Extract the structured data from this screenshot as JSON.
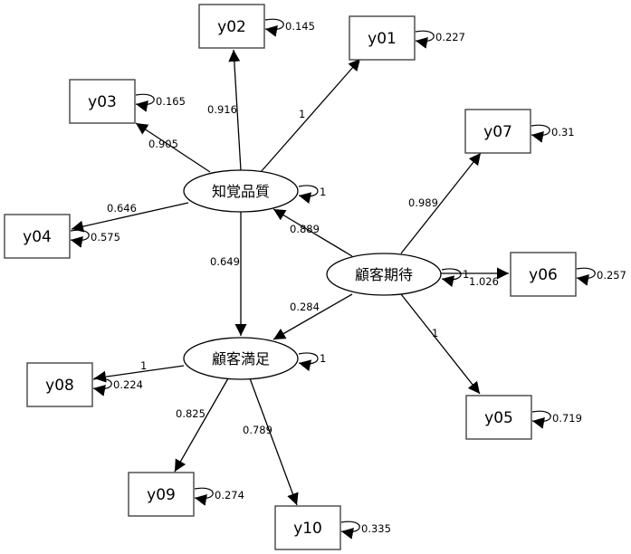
{
  "diagram": {
    "type": "structural-equation-model",
    "latent_variables": [
      {
        "id": "perceived_quality",
        "label": "知覚品質",
        "variance": "1"
      },
      {
        "id": "customer_expectation",
        "label": "顧客期待",
        "variance": "1"
      },
      {
        "id": "customer_satisfaction",
        "label": "顧客満足",
        "variance": "1"
      }
    ],
    "observed_variables": [
      {
        "id": "y01",
        "label": "y01",
        "variance": "0.227"
      },
      {
        "id": "y02",
        "label": "y02",
        "variance": "0.145"
      },
      {
        "id": "y03",
        "label": "y03",
        "variance": "0.165"
      },
      {
        "id": "y04",
        "label": "y04",
        "variance": "0.575"
      },
      {
        "id": "y05",
        "label": "y05",
        "variance": "0.719"
      },
      {
        "id": "y06",
        "label": "y06",
        "variance": "0.257"
      },
      {
        "id": "y07",
        "label": "y07",
        "variance": "0.31"
      },
      {
        "id": "y08",
        "label": "y08",
        "variance": "0.224"
      },
      {
        "id": "y09",
        "label": "y09",
        "variance": "0.274"
      },
      {
        "id": "y10",
        "label": "y10",
        "variance": "0.335"
      }
    ],
    "paths": [
      {
        "from": "perceived_quality",
        "to": "y01",
        "coef": "1"
      },
      {
        "from": "perceived_quality",
        "to": "y02",
        "coef": "0.916"
      },
      {
        "from": "perceived_quality",
        "to": "y03",
        "coef": "0.905"
      },
      {
        "from": "perceived_quality",
        "to": "y04",
        "coef": "0.646"
      },
      {
        "from": "perceived_quality",
        "to": "customer_satisfaction",
        "coef": "0.649"
      },
      {
        "from": "customer_expectation",
        "to": "perceived_quality",
        "coef": "0.889"
      },
      {
        "from": "customer_expectation",
        "to": "customer_satisfaction",
        "coef": "0.284"
      },
      {
        "from": "customer_expectation",
        "to": "y07",
        "coef": "0.989"
      },
      {
        "from": "customer_expectation",
        "to": "y06",
        "coef": "1.026"
      },
      {
        "from": "customer_expectation",
        "to": "y05",
        "coef": "1"
      },
      {
        "from": "customer_satisfaction",
        "to": "y08",
        "coef": "1"
      },
      {
        "from": "customer_satisfaction",
        "to": "y09",
        "coef": "0.825"
      },
      {
        "from": "customer_satisfaction",
        "to": "y10",
        "coef": "0.789"
      }
    ]
  }
}
